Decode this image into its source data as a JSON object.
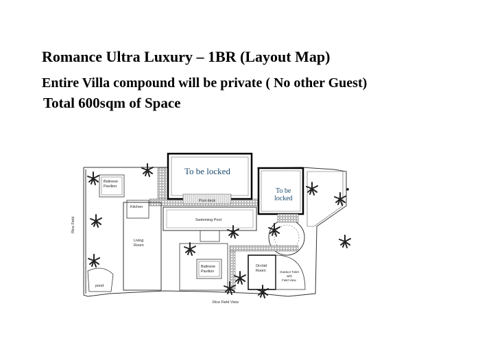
{
  "header": {
    "title": "Romance Ultra Luxury – 1BR (Layout Map)",
    "subtitle": "Entire Villa compound will be private ( No other Guest)",
    "space": "Total 600sqm of Space"
  },
  "map": {
    "locked_main": "To be locked",
    "locked_side_1": "To be",
    "locked_side_2": "locked",
    "balinese_pavilion_top_1": "Balinese",
    "balinese_pavilion_top_2": "Pavilion",
    "kitchen": "Kitchen",
    "pool_deck": "Pool deck",
    "swimming_pool": "Swimming Pool",
    "living_room_1": "Living",
    "living_room_2": "Room",
    "balinese_pavilion_bottom_1": "Balinese",
    "balinese_pavilion_bottom_2": "Pavilion",
    "orchid_room_1": "Orchid",
    "orchid_room_2": "Room",
    "outdoor_toilet_1": "Outdoor Toilet",
    "outdoor_toilet_2": "with",
    "outdoor_toilet_3": "Field View",
    "pond": "pond",
    "rice_field_side": "Rice Field",
    "rice_field_view": "Rice Field View"
  }
}
